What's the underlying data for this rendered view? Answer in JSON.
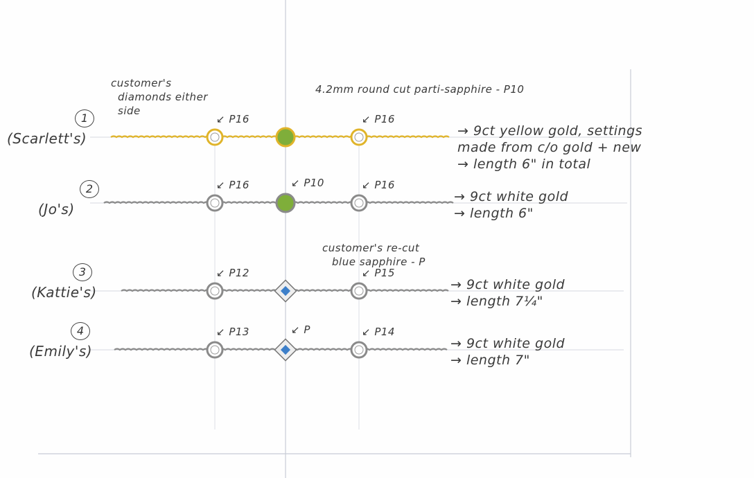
{
  "colors": {
    "yellow_gold": "#e0b42a",
    "white_gold": "#8a8a8a",
    "peridot": "#7fae3a",
    "sapphire": "#3d7fc9",
    "guide": "#c8ccd6"
  },
  "rows": [
    {
      "number": "1",
      "owner": "(Scarlett's)",
      "metal": "yellow",
      "center": "round",
      "left_tag": "P16",
      "center_tag": "",
      "right_tag": "P16",
      "notes": [
        "→ 9ct yellow gold, settings",
        "made from c/o gold + new",
        "→ length 6\" in total"
      ]
    },
    {
      "number": "2",
      "owner": "(Jo's)",
      "metal": "white",
      "center": "round",
      "left_tag": "P16",
      "center_tag": "P10",
      "right_tag": "P16",
      "notes": [
        "→ 9ct white gold",
        "→ length 6\""
      ]
    },
    {
      "number": "3",
      "owner": "(Kattie's)",
      "metal": "white",
      "center": "diamond",
      "left_tag": "P12",
      "center_tag": "",
      "right_tag": "P15",
      "notes": [
        "→ 9ct white gold",
        "→ length 7¼\""
      ]
    },
    {
      "number": "4",
      "owner": "(Emily's)",
      "metal": "white",
      "center": "diamond",
      "left_tag": "P13",
      "center_tag": "P",
      "right_tag": "P14",
      "notes": [
        "→ 9ct white gold",
        "→ length 7\""
      ]
    }
  ],
  "annotations": {
    "customers_diamonds": [
      "customer's",
      "diamonds either",
      "side"
    ],
    "center_stone_1": "4.2mm round cut parti-sapphire - P10",
    "center_stone_3": [
      "customer's re-cut",
      "blue sapphire - P"
    ]
  }
}
